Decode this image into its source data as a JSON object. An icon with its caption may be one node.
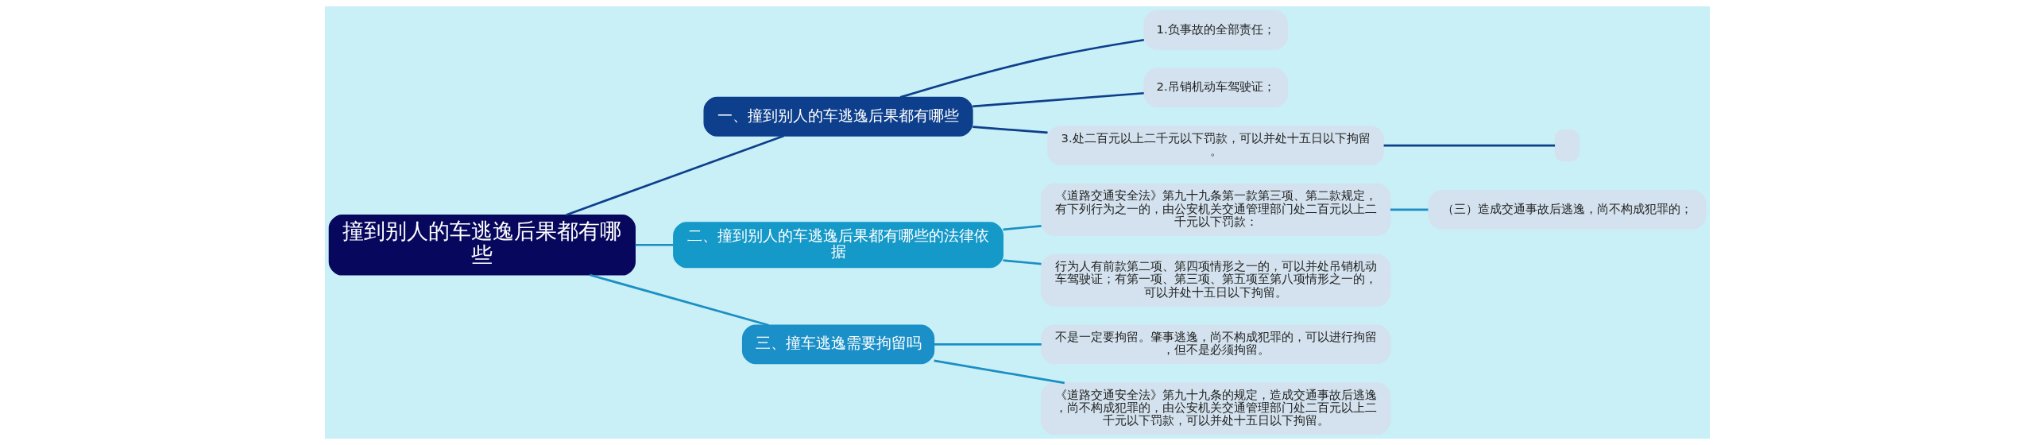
{
  "diagram": {
    "nodes": [
      {
        "text": [
          "撞到别人的车逃逸后果都有哪些"
        ]
      },
      {
        "text": [
          "一、撞到别人的车逃逸后果都有哪些"
        ]
      },
      {
        "text": [
          "1.负事故的全部责任；"
        ]
      },
      {
        "text": [
          "2.吊销机动车驾驶证；"
        ]
      },
      {
        "text": [
          "3.处二百元以上二千元以下罚款，可以并处十五日以下拘留。"
        ]
      },
      {
        "text": [],
        "shape": "box"
      },
      {
        "text": [
          "二、撞到别人的车逃逸后果都有哪些的法律依据"
        ]
      },
      {
        "text": [
          "《道路交通安全法》第九十九条第一款第三项、第二款规定，有下列行为之一的，由公安机关交通管理部门处二百元以上二千元以下罚款："
        ]
      },
      {
        "text": [
          "（三）造成交通事故后逃逸，尚不构成犯罪的；"
        ]
      },
      {
        "text": [
          "行为人有前款第二项、第四项情形之一的，可以并处吊销机动车驾驶证；有第一项、第三项、第五项至第八项情形之一的，可以并处十五日以下拘留。"
        ]
      },
      {
        "text": [
          "三、撞车逃逸需要拘留吗"
        ]
      },
      {
        "text": [
          "不是一定要拘留。肇事逃逸，尚不构成犯罪的，可以进行拘留，但不是必须拘留。"
        ]
      },
      {
        "text": [
          "《道路交通安全法》第九十九条的规定，造成交通事故后逃逸，尚不构成犯罪的，由公安机关交通管理部门处二百元以上二千元以下罚款，可以并处十五日以下拘留。"
        ]
      }
    ],
    "edges": [
      {
        "from": 0,
        "to": 1,
        "arrow": "none",
        "color": "#0d3f8c"
      },
      {
        "from": 1,
        "to": 2,
        "arrow": "none",
        "color": "#0d3f8c"
      },
      {
        "from": 1,
        "to": 3,
        "arrow": "none",
        "color": "#0d3f8c"
      },
      {
        "from": 1,
        "to": 4,
        "arrow": "none",
        "color": "#0d3f8c"
      },
      {
        "from": 4,
        "to": 5,
        "arrow": "none",
        "color": "#0d3f8c"
      },
      {
        "from": 0,
        "to": 6,
        "arrow": "none"
      },
      {
        "from": 6,
        "to": 7,
        "arrow": "none"
      },
      {
        "from": 7,
        "to": 8,
        "arrow": "none"
      },
      {
        "from": 6,
        "to": 9,
        "arrow": "none"
      },
      {
        "from": 0,
        "to": 10,
        "arrow": "none"
      },
      {
        "from": 10,
        "to": 11,
        "arrow": "none"
      },
      {
        "from": 10,
        "to": 12,
        "arrow": "none"
      }
    ]
  }
}
